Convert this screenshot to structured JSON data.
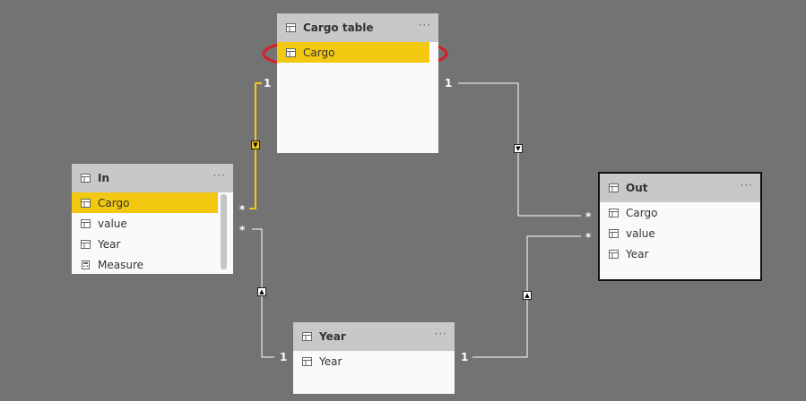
{
  "tables": {
    "cargo_table": {
      "title": "Cargo table",
      "fields": [
        "Cargo"
      ]
    },
    "in": {
      "title": "In",
      "fields": [
        "Cargo",
        "value",
        "Year",
        "Measure"
      ]
    },
    "out": {
      "title": "Out",
      "fields": [
        "Cargo",
        "value",
        "Year"
      ]
    },
    "year": {
      "title": "Year",
      "fields": [
        "Year"
      ]
    }
  },
  "more_label": "···",
  "cardinality": {
    "one": "1",
    "many": "*"
  },
  "arrows": {
    "down": "▼",
    "up": "▲"
  },
  "colors": {
    "canvas": "#737373",
    "header": "#c8c8c8",
    "highlight": "#f3c811",
    "annotation": "#d81f26",
    "active_link": "#f3c811",
    "link": "#ffffff"
  }
}
